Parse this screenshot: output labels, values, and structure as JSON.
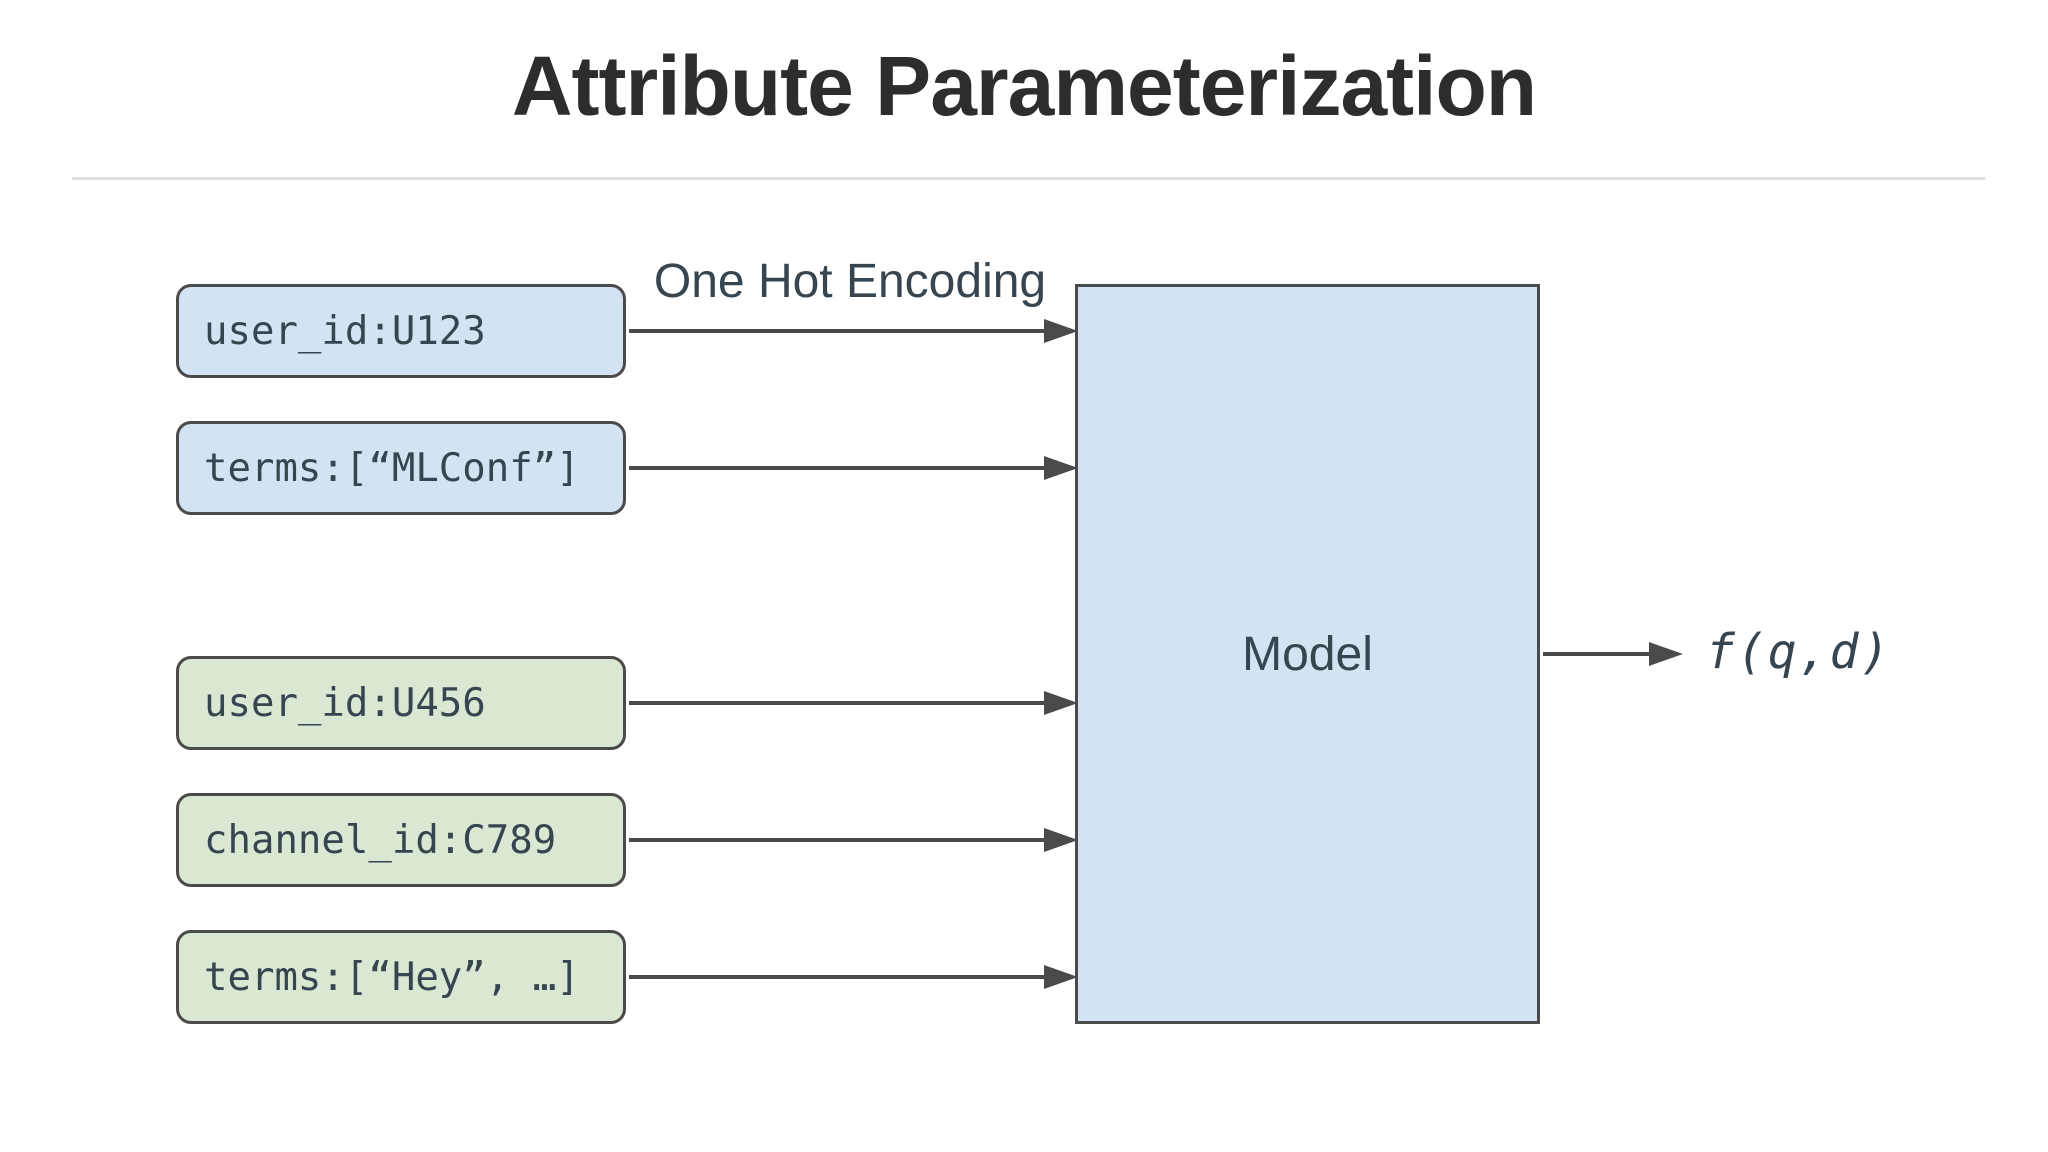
{
  "title": "Attribute Parameterization",
  "diagram": {
    "encoding_label": "One Hot Encoding",
    "model_label": "Model",
    "output_label": "f(q,d)",
    "attributes": [
      {
        "label": "user_id:U123",
        "fill": "blue"
      },
      {
        "label": "terms:[“MLConf”]",
        "fill": "blue"
      },
      {
        "label": "user_id:U456",
        "fill": "green"
      },
      {
        "label": "channel_id:C789",
        "fill": "green"
      },
      {
        "label": "terms:[“Hey”, …]",
        "fill": "green"
      }
    ],
    "colors": {
      "blue_fill": "#d4e3f3",
      "green_fill": "#dae8d3",
      "border": "#4a4a4a",
      "arrow": "#4a4a4a",
      "text_dark": "#36454f",
      "title_text": "#2d2d2d",
      "divider": "#dedede",
      "page_bg": "#ffffff"
    }
  }
}
